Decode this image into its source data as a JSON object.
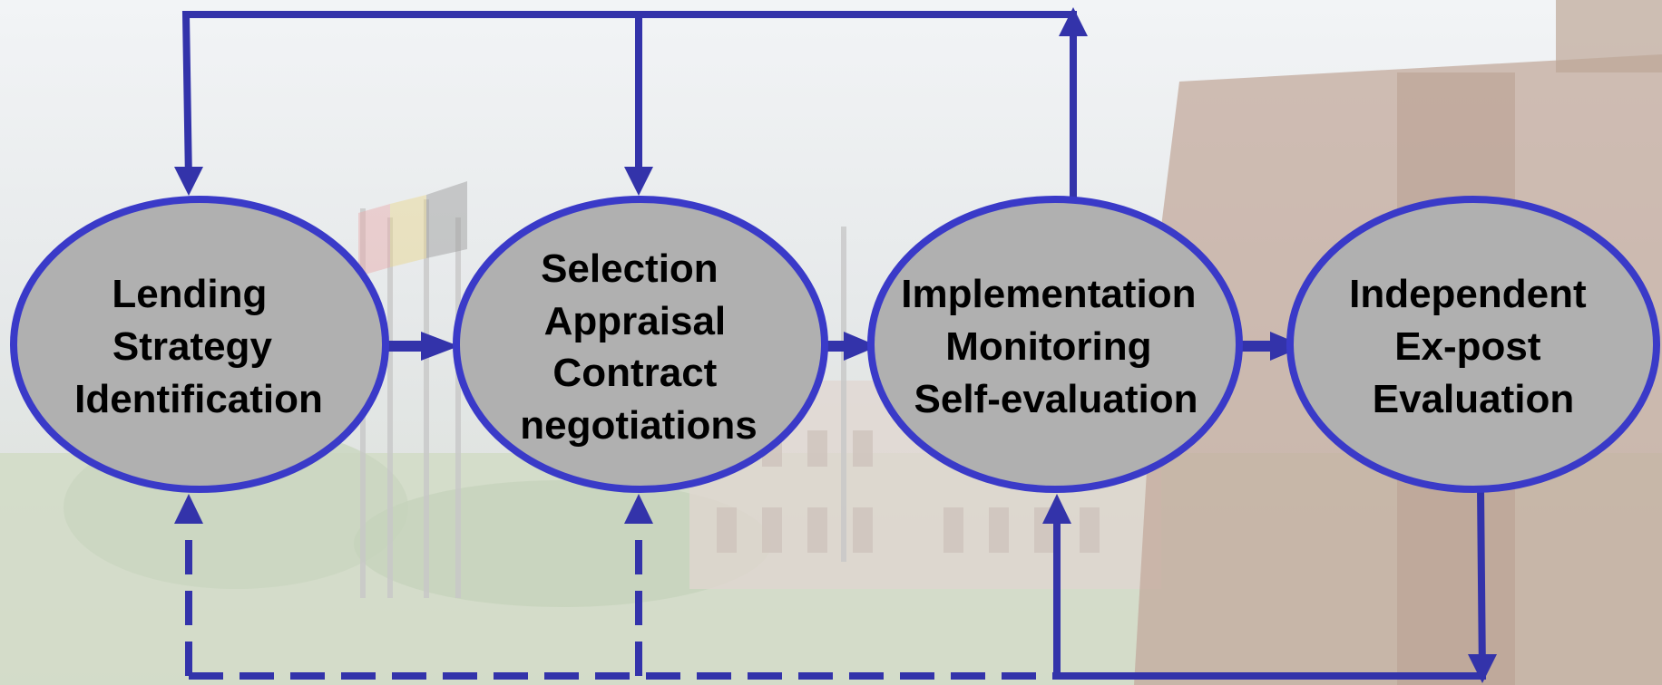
{
  "diagram": {
    "nodes": [
      {
        "id": "lending",
        "lines": [
          "Lending",
          "Strategy",
          "Identification"
        ]
      },
      {
        "id": "selection",
        "lines": [
          "Selection",
          "Appraisal",
          "Contract",
          "negotiations"
        ]
      },
      {
        "id": "implementation",
        "lines": [
          "Implementation",
          "Monitoring",
          "Self-evaluation"
        ]
      },
      {
        "id": "evaluation",
        "lines": [
          "Independent",
          "Ex-post",
          "Evaluation"
        ]
      }
    ],
    "colors": {
      "arrow": "#3333aa",
      "node_fill": "#b0b0b0",
      "node_stroke": "#3a3ac8"
    }
  }
}
